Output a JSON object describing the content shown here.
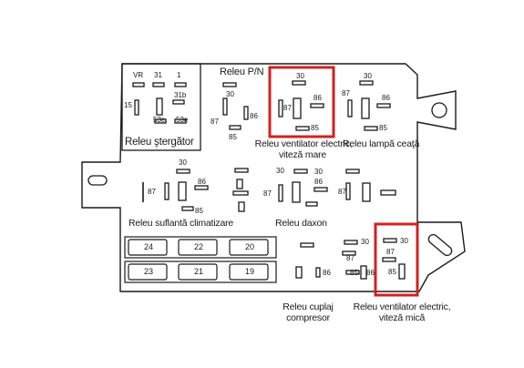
{
  "labels": {
    "releu_pn": "Releu P/N",
    "releu_stergator": "Releu ştergător",
    "vent_mare_1": "Releu ventilator electric,",
    "vent_mare_2": "viteză mare",
    "lampa_ceata": "Releu lampă ceaţă",
    "suflanta": "Releu suflantă climatizare",
    "daxon": "Releu daxon",
    "cuplaj_1": "Releu cuplaj",
    "cuplaj_2": "compresor",
    "vent_mica_1": "Releu ventilator electric,",
    "vent_mica_2": "viteză mică"
  },
  "pins": {
    "vr": "VR",
    "p31": "31",
    "p1": "1",
    "p15": "15",
    "p31b": "31b",
    "p53c": "53c",
    "p53e": "53e",
    "p30": "30",
    "p85": "85",
    "p86": "86",
    "p87": "87"
  },
  "fuses": [
    "24",
    "22",
    "20",
    "23",
    "21",
    "19"
  ],
  "colors": {
    "highlight": "#d42020",
    "line": "#1a1a1a"
  }
}
